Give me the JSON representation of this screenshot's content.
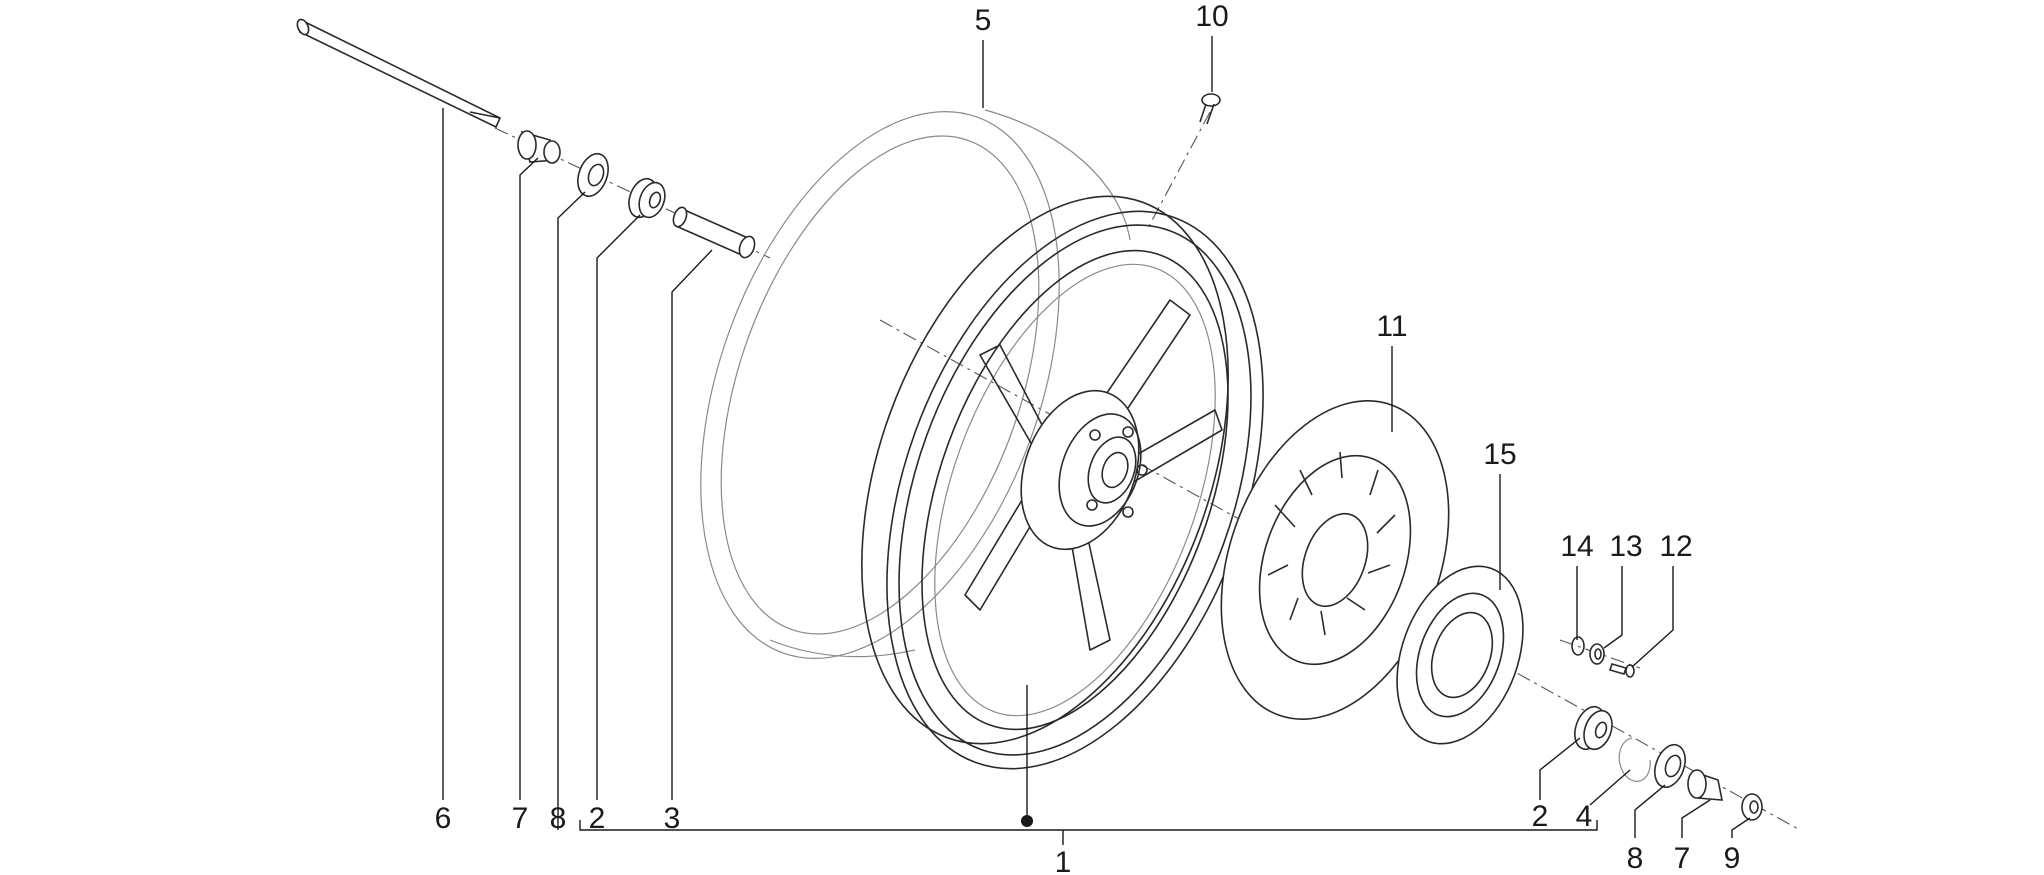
{
  "callouts": [
    {
      "id": "c6",
      "label": "6"
    },
    {
      "id": "c7a",
      "label": "7"
    },
    {
      "id": "c8a",
      "label": "8"
    },
    {
      "id": "c2a",
      "label": "2"
    },
    {
      "id": "c3",
      "label": "3"
    },
    {
      "id": "c5",
      "label": "5"
    },
    {
      "id": "c10",
      "label": "10"
    },
    {
      "id": "c11",
      "label": "11"
    },
    {
      "id": "c15",
      "label": "15"
    },
    {
      "id": "c14",
      "label": "14"
    },
    {
      "id": "c13",
      "label": "13"
    },
    {
      "id": "c12",
      "label": "12"
    },
    {
      "id": "c2b",
      "label": "2"
    },
    {
      "id": "c4",
      "label": "4"
    },
    {
      "id": "c8b",
      "label": "8"
    },
    {
      "id": "c7b",
      "label": "7"
    },
    {
      "id": "c9",
      "label": "9"
    },
    {
      "id": "c1",
      "label": "1"
    }
  ]
}
